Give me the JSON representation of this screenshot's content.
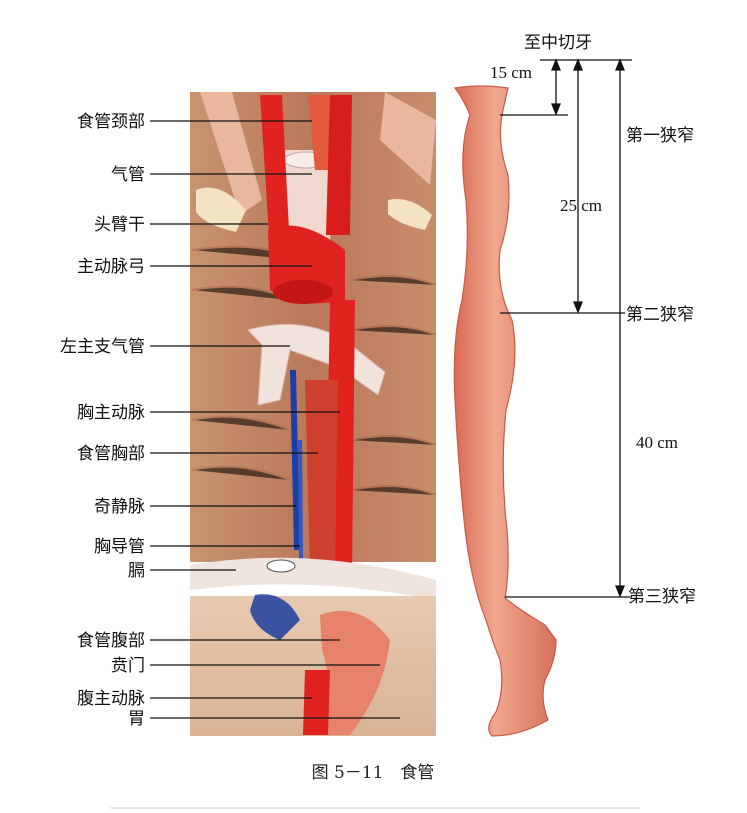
{
  "left_labels": [
    {
      "key": "esophagus_cervical",
      "text": "食管颈部"
    },
    {
      "key": "trachea",
      "text": "气管"
    },
    {
      "key": "brachiocephalic_trunk",
      "text": "头臂干"
    },
    {
      "key": "aortic_arch",
      "text": "主动脉弓"
    },
    {
      "key": "left_main_bronchus",
      "text": "左主支气管"
    },
    {
      "key": "thoracic_aorta",
      "text": "胸主动脉"
    },
    {
      "key": "esophagus_thoracic",
      "text": "食管胸部"
    },
    {
      "key": "azygos_vein",
      "text": "奇静脉"
    },
    {
      "key": "thoracic_duct",
      "text": "胸导管"
    },
    {
      "key": "diaphragm",
      "text": "膈"
    },
    {
      "key": "esophagus_abdominal",
      "text": "食管腹部"
    },
    {
      "key": "cardia",
      "text": "贲门"
    },
    {
      "key": "abdominal_aorta",
      "text": "腹主动脉"
    },
    {
      "key": "stomach",
      "text": "胃"
    }
  ],
  "right_labels": {
    "incisors": "至中切牙",
    "first_narrowing": "第一狭窄",
    "second_narrowing": "第二狭窄",
    "third_narrowing": "第三狭窄"
  },
  "measurements": {
    "first": "15 cm",
    "second": "25 cm",
    "third": "40 cm"
  },
  "caption": "图 5－11　食管",
  "colors": {
    "artery": "#e0231f",
    "esophagus": "#e8826a",
    "tissue": "#c98a6e",
    "vein": "#1a3fa8"
  }
}
